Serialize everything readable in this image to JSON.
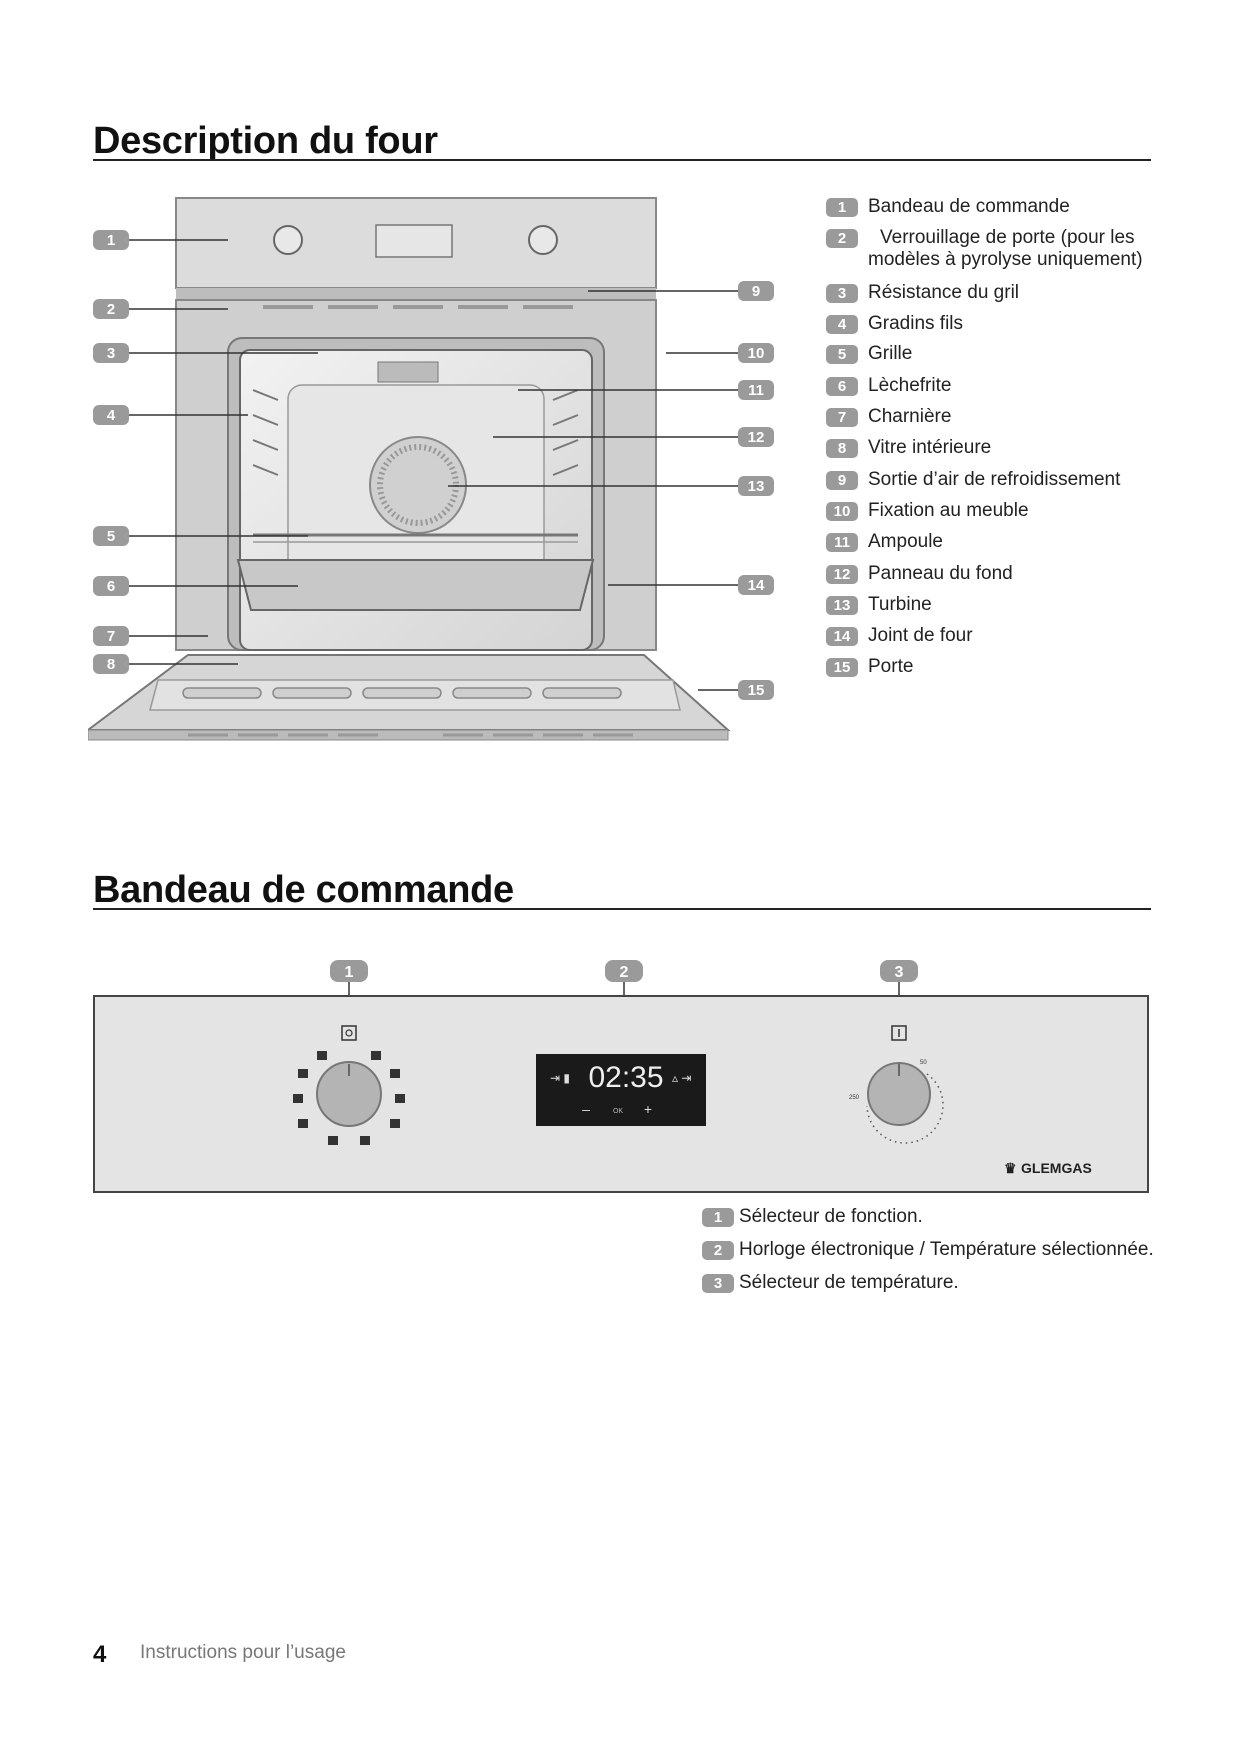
{
  "section1": {
    "title": "Description du four",
    "legend": [
      {
        "num": "1",
        "label": "Bandeau de commande"
      },
      {
        "num": "2",
        "label": "Verrouillage de porte (pour les",
        "label2": "modèles à pyrolyse uniquement)"
      },
      {
        "num": "3",
        "label": "Résistance du gril"
      },
      {
        "num": "4",
        "label": "Gradins fils"
      },
      {
        "num": "5",
        "label": "Grille"
      },
      {
        "num": "6",
        "label": "Lèchefrite"
      },
      {
        "num": "7",
        "label": "Charnière"
      },
      {
        "num": "8",
        "label": "Vitre intérieure"
      },
      {
        "num": "9",
        "label": "Sortie d’air de refroidissement"
      },
      {
        "num": "10",
        "label": "Fixation au meuble"
      },
      {
        "num": "11",
        "label": "Ampoule"
      },
      {
        "num": "12",
        "label": "Panneau du fond"
      },
      {
        "num": "13",
        "label": "Turbine"
      },
      {
        "num": "14",
        "label": "Joint de four"
      },
      {
        "num": "15",
        "label": "Porte"
      }
    ],
    "callouts": [
      "1",
      "2",
      "3",
      "4",
      "5",
      "6",
      "7",
      "8",
      "9",
      "10",
      "11",
      "12",
      "13",
      "14",
      "15"
    ]
  },
  "section2": {
    "title": "Bandeau de commande",
    "callouts": [
      "1",
      "2",
      "3"
    ],
    "display_time": "02:35",
    "display_minus": "–",
    "display_ok": "OK",
    "display_plus": "+",
    "temp_min": "50",
    "temp_max": "250",
    "brand": "GLEMGAS",
    "legend": [
      {
        "num": "1",
        "label": "Sélecteur de fonction."
      },
      {
        "num": "2",
        "label": "Horloge électronique / Température sélectionnée."
      },
      {
        "num": "3",
        "label": "Sélecteur de température."
      }
    ]
  },
  "footer": {
    "page_number": "4",
    "text": "Instructions pour l’usage"
  },
  "colors": {
    "badge": "#9a9a9a",
    "panel": "#e4e4e4",
    "display": "#1a1a1a"
  },
  "icons": [
    "power-icon",
    "oven-function-icons",
    "lock-key-icon",
    "thermometer-icon",
    "crown-logo-icon"
  ]
}
